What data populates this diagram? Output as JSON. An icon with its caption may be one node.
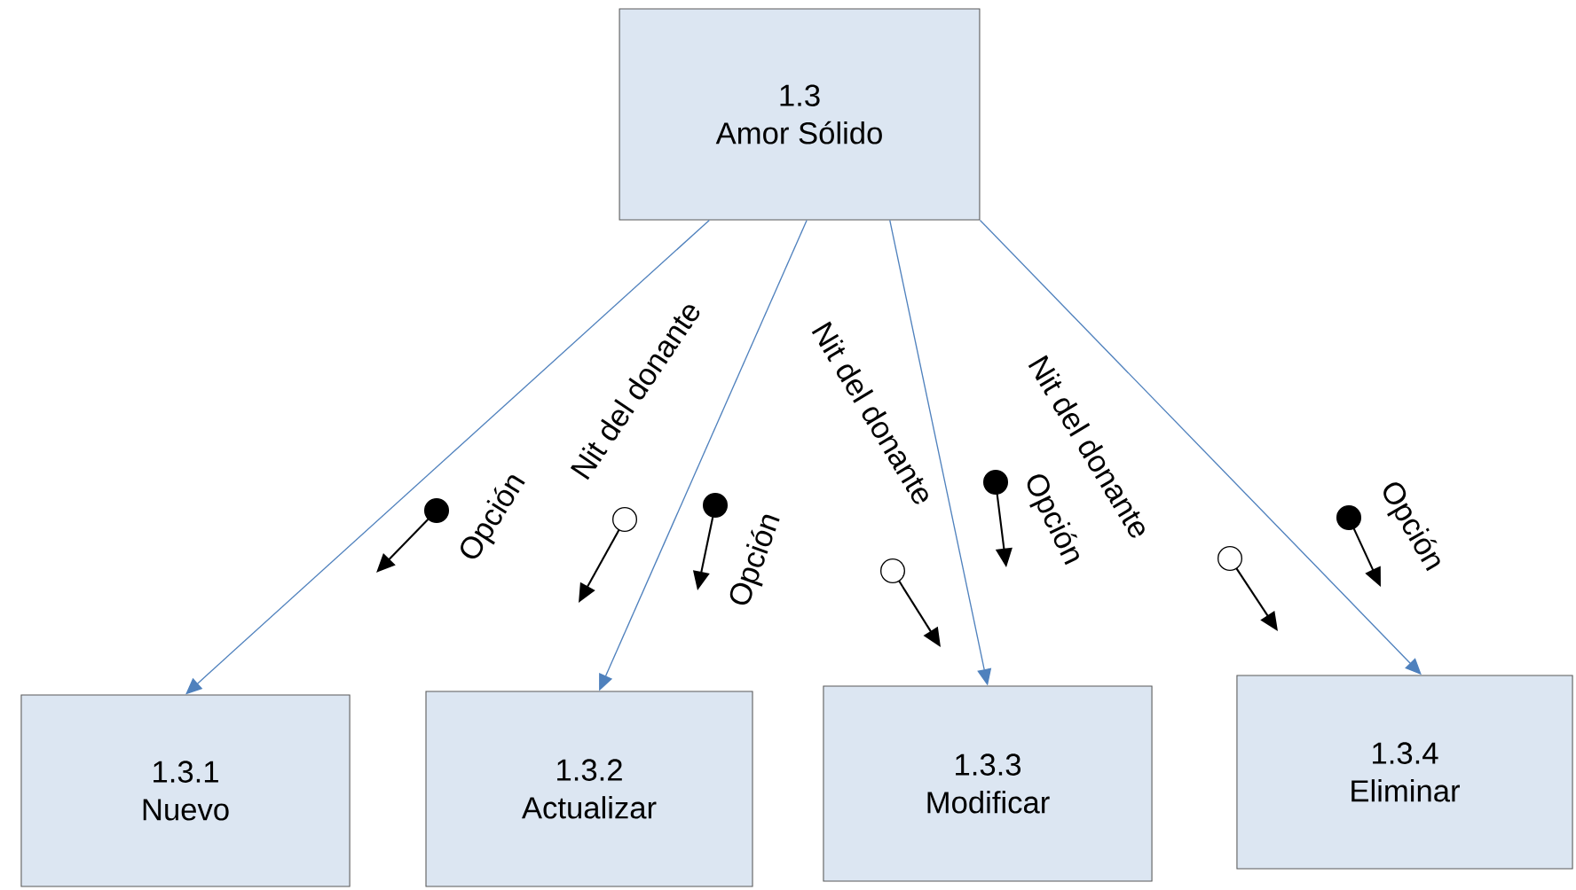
{
  "diagram": {
    "nodes": [
      {
        "text": [
          "1.3",
          "Amor Sólido"
        ]
      },
      {
        "text": [
          "1.3.1",
          "Nuevo"
        ]
      },
      {
        "text": [
          "1.3.2",
          "Actualizar"
        ]
      },
      {
        "text": [
          "1.3.3",
          "Modificar"
        ]
      },
      {
        "text": [
          "1.3.4",
          "Eliminar"
        ]
      }
    ],
    "edges": [
      {
        "from": 0,
        "to": 1,
        "arrow": "to"
      },
      {
        "from": 0,
        "to": 2,
        "arrow": "to"
      },
      {
        "from": 0,
        "to": 3,
        "arrow": "to"
      },
      {
        "from": 0,
        "to": 4,
        "arrow": "to"
      }
    ],
    "labels": [
      "Opción",
      "Nit del donante",
      "Opción",
      "Nit del donante",
      "Opción",
      "Nit del donante",
      "Opción"
    ]
  }
}
